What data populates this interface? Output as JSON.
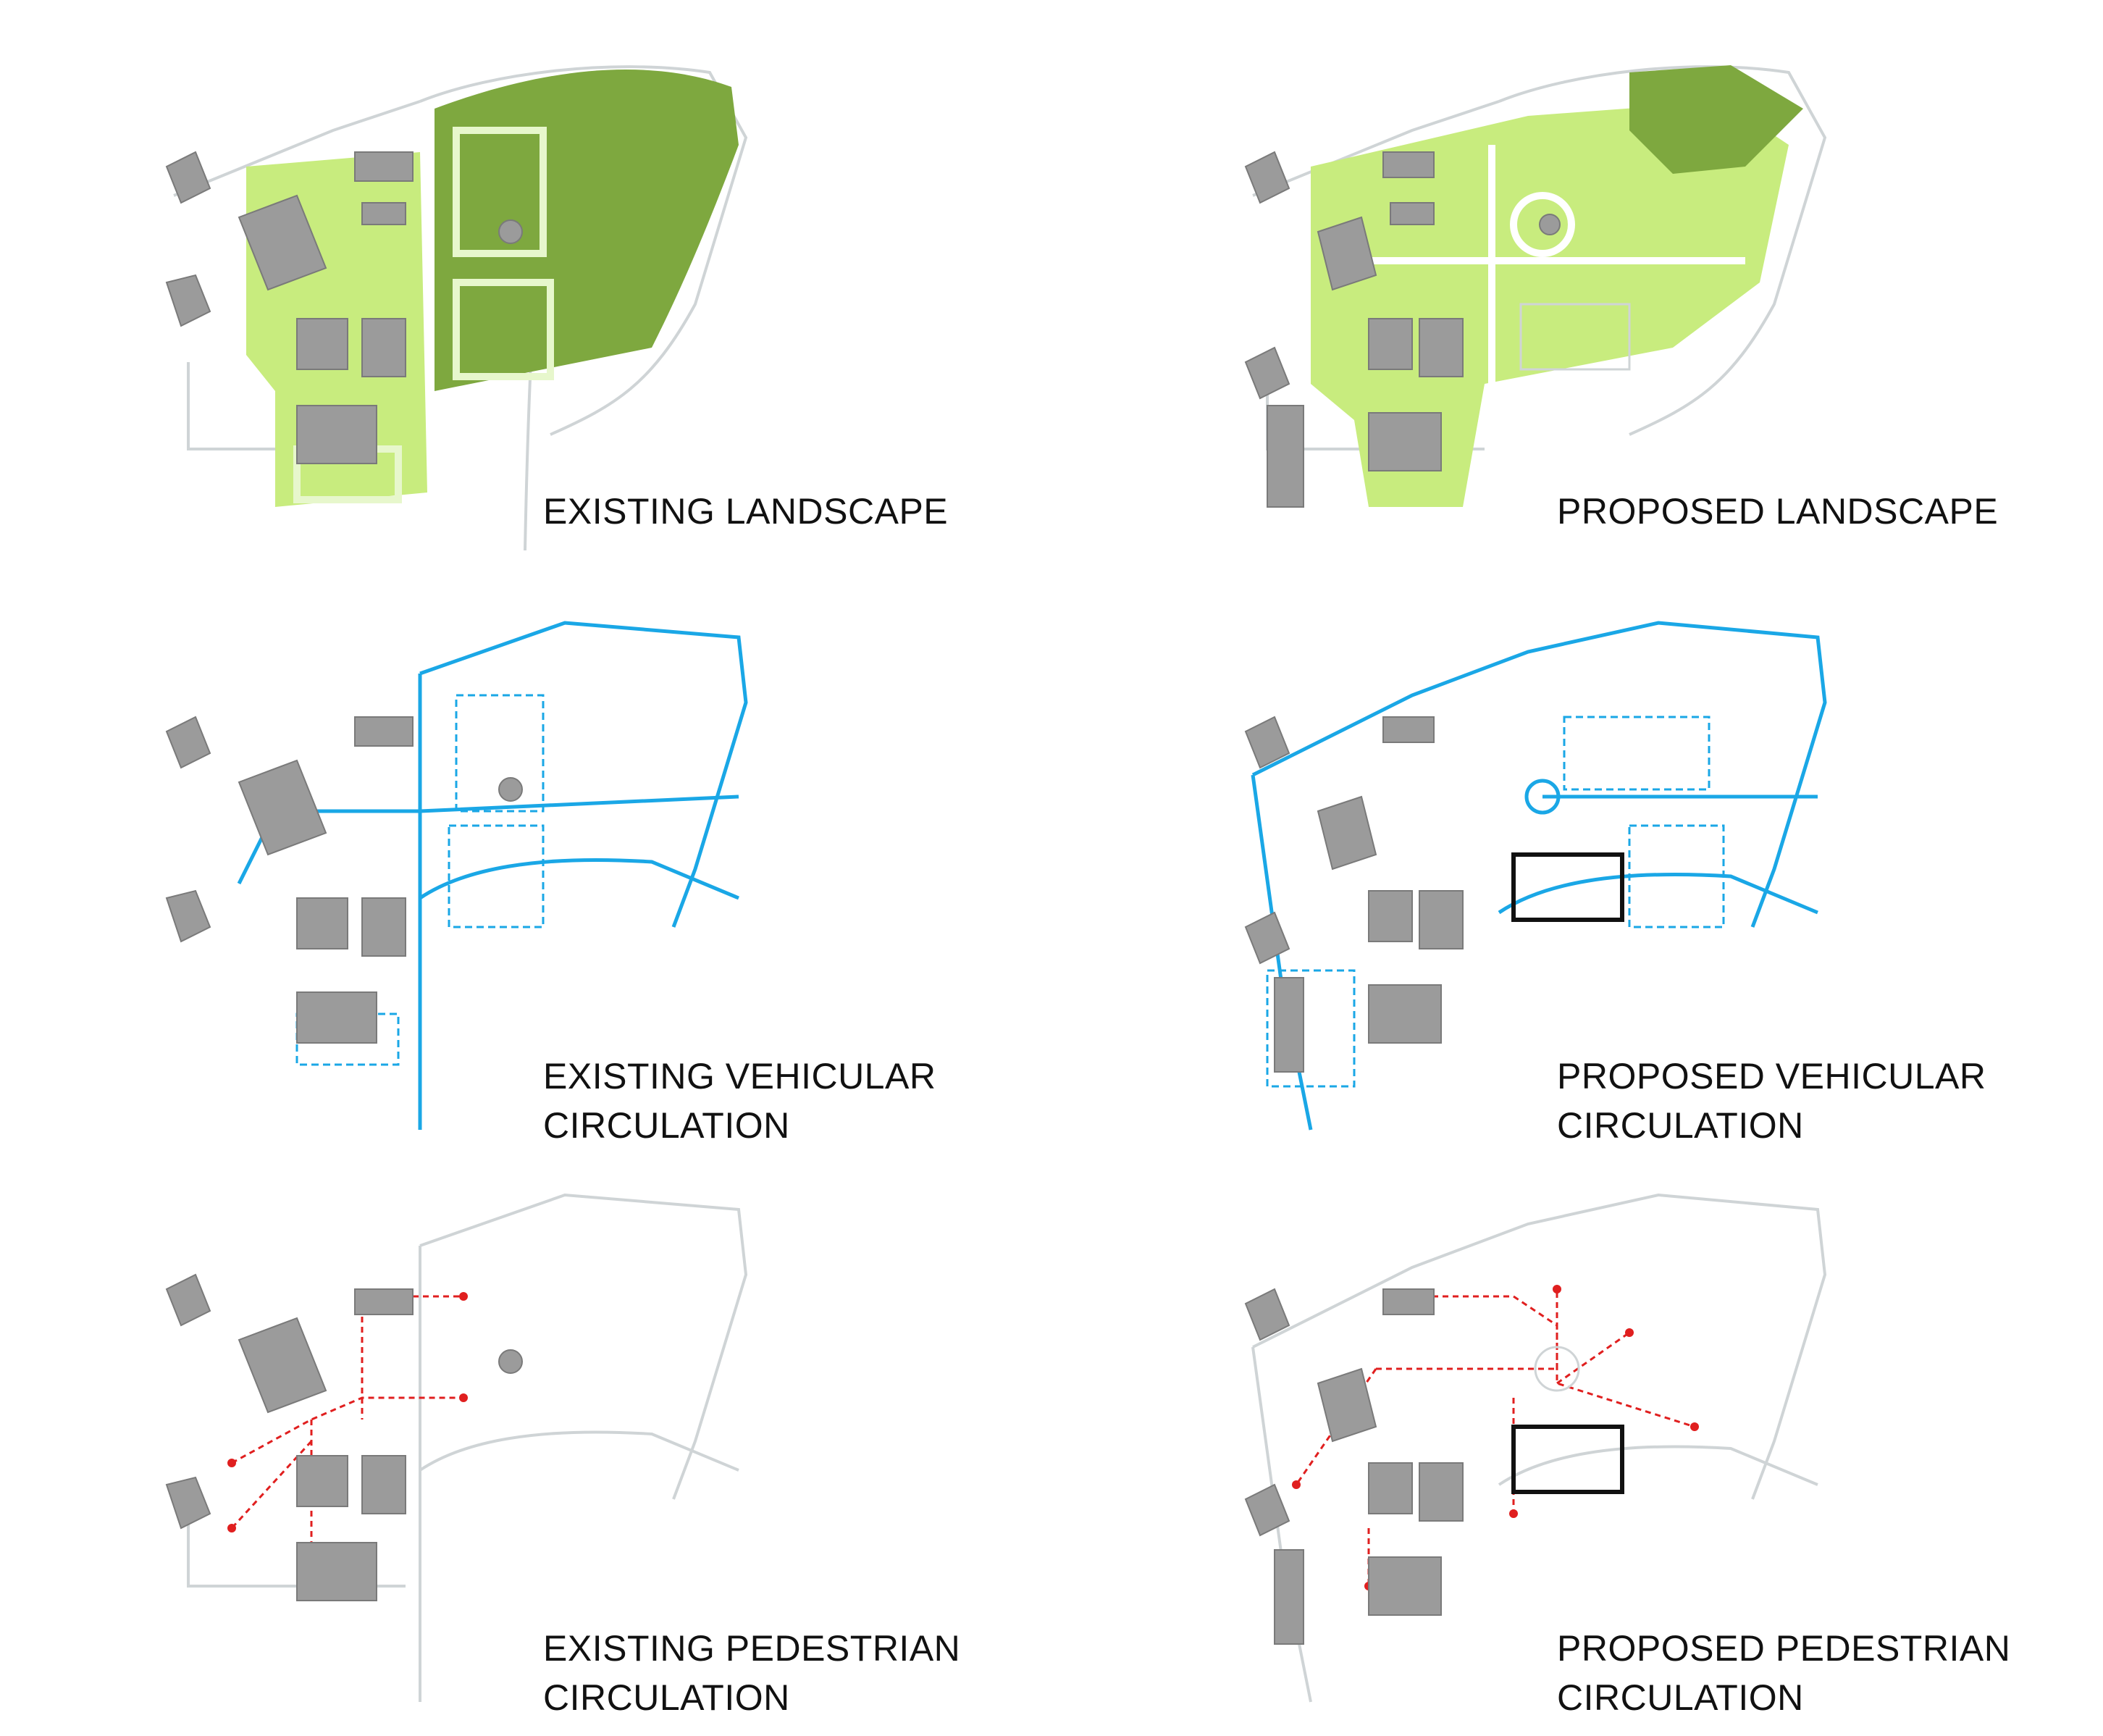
{
  "panels": [
    {
      "id": "existing-landscape",
      "mode": "landscape",
      "phase": "existing",
      "lines": [
        "EXISTING LANDSCAPE"
      ]
    },
    {
      "id": "proposed-landscape",
      "mode": "landscape",
      "phase": "proposed",
      "lines": [
        "PROPOSED LANDSCAPE"
      ]
    },
    {
      "id": "existing-vehicular",
      "mode": "vehicular",
      "phase": "existing",
      "lines": [
        "EXISTING VEHICULAR",
        "CIRCULATION"
      ]
    },
    {
      "id": "proposed-vehicular",
      "mode": "vehicular",
      "phase": "proposed",
      "lines": [
        "PROPOSED VEHICULAR",
        "CIRCULATION"
      ]
    },
    {
      "id": "existing-pedestrian",
      "mode": "pedestrian",
      "phase": "existing",
      "lines": [
        "EXISTING PEDESTRIAN",
        "CIRCULATION"
      ]
    },
    {
      "id": "proposed-pedestrian",
      "mode": "pedestrian",
      "phase": "proposed",
      "lines": [
        "PROPOSED PEDESTRIAN",
        "CIRCULATION"
      ]
    }
  ],
  "colors": {
    "building": "#9b9b9b",
    "building_stroke": "#7a7a7a",
    "dark_green": "#7ea83f",
    "light_green": "#c8ec7e",
    "road_outline": "#cfd4d6",
    "vehicular": "#1aa7e6",
    "pedestrian": "#e01f1f",
    "new_building": "#111111",
    "text": "#111111"
  }
}
